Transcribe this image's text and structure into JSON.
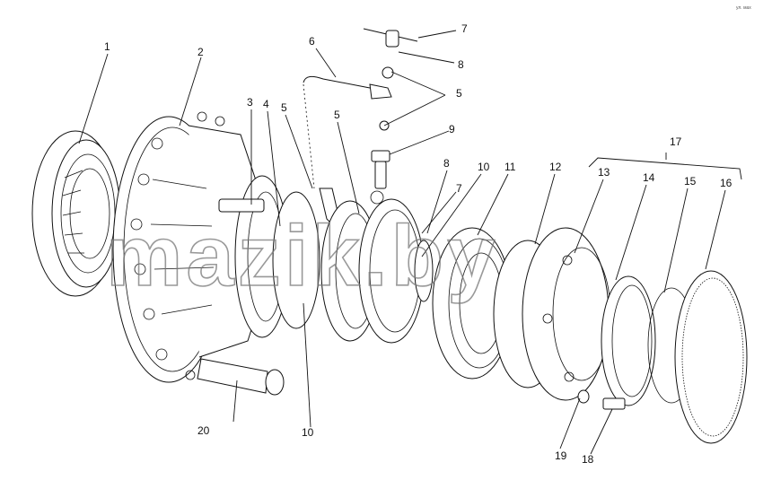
{
  "diagram": {
    "callouts": [
      "1",
      "2",
      "3",
      "4",
      "5",
      "5",
      "5",
      "6",
      "7",
      "7",
      "8",
      "8",
      "9",
      "10",
      "10",
      "11",
      "12",
      "13",
      "14",
      "15",
      "16",
      "17",
      "18",
      "19",
      "20"
    ],
    "watermark": "mazik.by",
    "corner_tag": "ул. мах"
  }
}
